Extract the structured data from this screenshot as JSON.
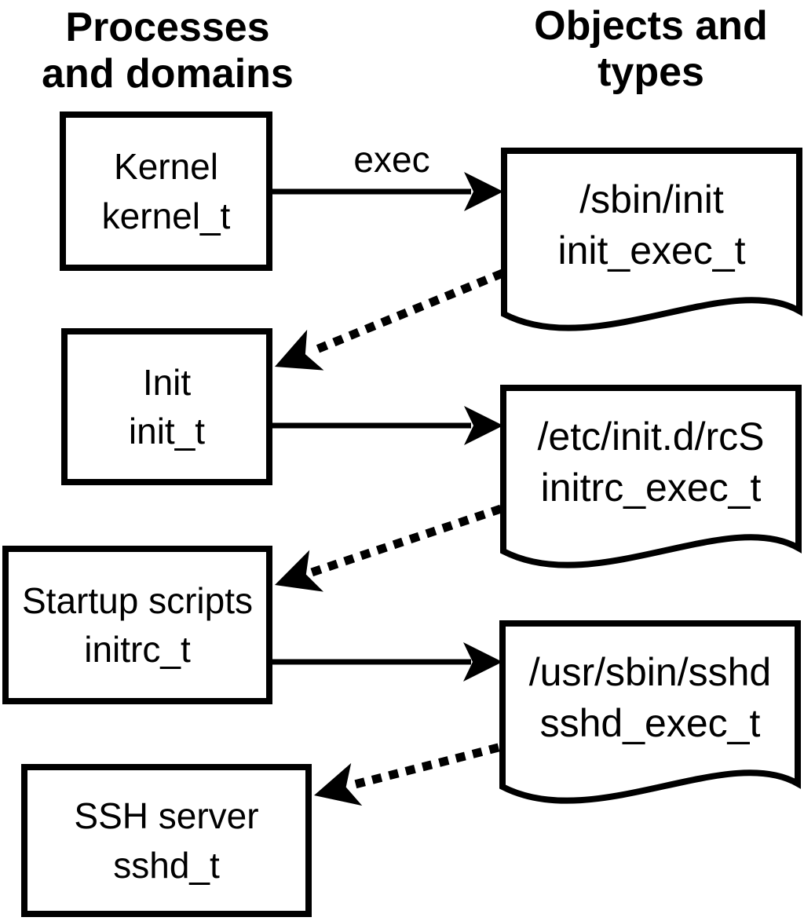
{
  "diagram": {
    "headers": [
      {
        "id": "processes",
        "lines": [
          "Processes",
          "and domains"
        ]
      },
      {
        "id": "objects",
        "lines": [
          "Objects and",
          "types"
        ]
      }
    ],
    "processes": [
      {
        "name": "Kernel",
        "type": "kernel_t"
      },
      {
        "name": "Init",
        "type": "init_t"
      },
      {
        "name": "Startup scripts",
        "type": "initrc_t"
      },
      {
        "name": "SSH server",
        "type": "sshd_t"
      }
    ],
    "objects": [
      {
        "path": "/sbin/init",
        "type": "init_exec_t"
      },
      {
        "path": "/etc/init.d/rcS",
        "type": "initrc_exec_t"
      },
      {
        "path": "/usr/sbin/sshd",
        "type": "sshd_exec_t"
      }
    ],
    "edges": [
      {
        "from": "kernel_t",
        "to": "init_exec_t",
        "style": "solid",
        "label": "exec"
      },
      {
        "from": "init_exec_t",
        "to": "init_t",
        "style": "dotted",
        "label": ""
      },
      {
        "from": "init_t",
        "to": "initrc_exec_t",
        "style": "solid",
        "label": ""
      },
      {
        "from": "initrc_exec_t",
        "to": "initrc_t",
        "style": "dotted",
        "label": ""
      },
      {
        "from": "initrc_t",
        "to": "sshd_exec_t",
        "style": "solid",
        "label": ""
      },
      {
        "from": "sshd_exec_t",
        "to": "sshd_t",
        "style": "dotted",
        "label": ""
      }
    ],
    "colors": {
      "ink": "#000000",
      "paper": "#ffffff"
    }
  }
}
